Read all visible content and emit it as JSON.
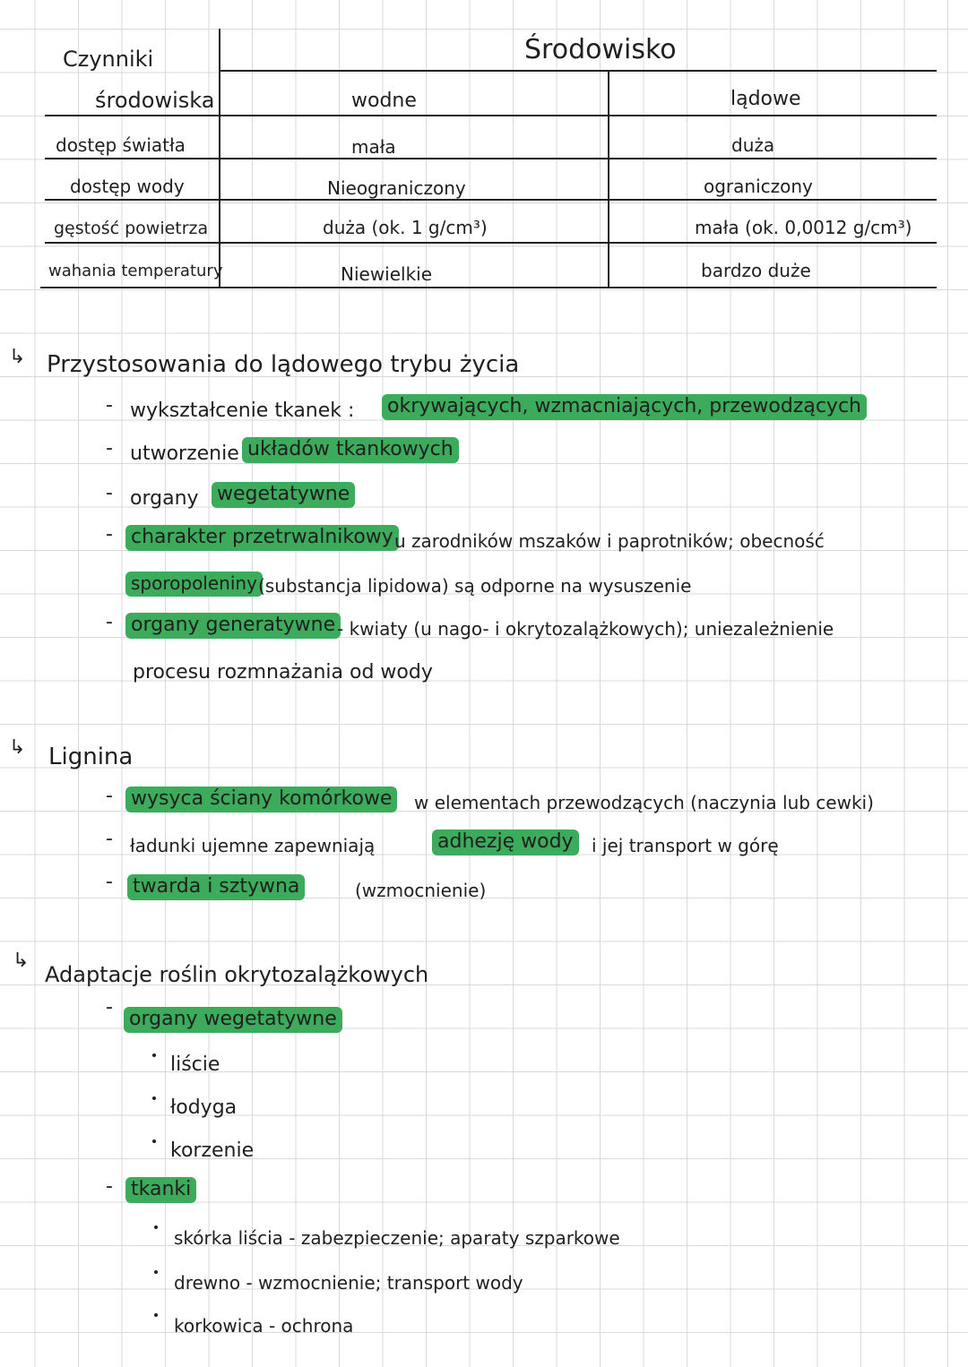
{
  "table": {
    "header_left_line1": "Czynniki",
    "header_left_line2": "środowiska",
    "header_top": "Środowisko",
    "col_water": "wodne",
    "col_land": "lądowe",
    "rows": [
      {
        "factor": "dostęp światła",
        "water": "mała",
        "land": "duża"
      },
      {
        "factor": "dostęp wody",
        "water": "Nieograniczony",
        "land": "ograniczony"
      },
      {
        "factor": "gęstość powietrza",
        "water": "duża (ok. 1 g/cm³)",
        "land": "mała (ok. 0,0012 g/cm³)"
      },
      {
        "factor": "wahania temperatury",
        "water": "Niewielkie",
        "land": "bardzo duże"
      }
    ]
  },
  "section1": {
    "title": "Przystosowania do lądowego trybu życia",
    "b1_a": "wykształcenie tkanek :",
    "b1_hl": "okrywających, wzmacniających, przewodzących",
    "b2_a": "utworzenie",
    "b2_hl": "układów tkankowych",
    "b3_a": "organy",
    "b3_hl": "wegetatywne",
    "b4_hl": "charakter przetrwalnikowy",
    "b4_b": "u zarodników mszaków i paprotników; obecność",
    "b4_hl2": "sporopoleniny",
    "b4_c": "(substancja lipidowa) są odporne na wysuszenie",
    "b5_hl": "organy generatywne",
    "b5_b": "- kwiaty (u nago- i okrytozalążkowych); uniezależnienie",
    "b5_c": "procesu rozmnażania od wody"
  },
  "section2": {
    "title": "Lignina",
    "b1_hl": "wysyca ściany komórkowe",
    "b1_b": "w elementach przewodzących (naczynia lub cewki)",
    "b2_a": "ładunki ujemne zapewniają",
    "b2_hl": "adhezję wody",
    "b2_b": "i jej transport w górę",
    "b3_hl": "twarda i sztywna",
    "b3_b": "(wzmocnienie)"
  },
  "section3": {
    "title": "Adaptacje roślin okrytozalążkowych",
    "b1_hl": "organy wegetatywne",
    "sub1": [
      "liście",
      "łodyga",
      "korzenie"
    ],
    "b2_hl": "tkanki",
    "sub2": [
      "skórka liścia - zabezpieczenie; aparaty szparkowe",
      "drewno - wzmocnienie; transport wody",
      "korkowica - ochrona"
    ]
  },
  "colors": {
    "highlight": "#3cab5c",
    "ink": "#1f1f1f",
    "grid": "#d9d9d9"
  },
  "icons": {
    "bullet_arrow": "hook-arrow-icon"
  }
}
